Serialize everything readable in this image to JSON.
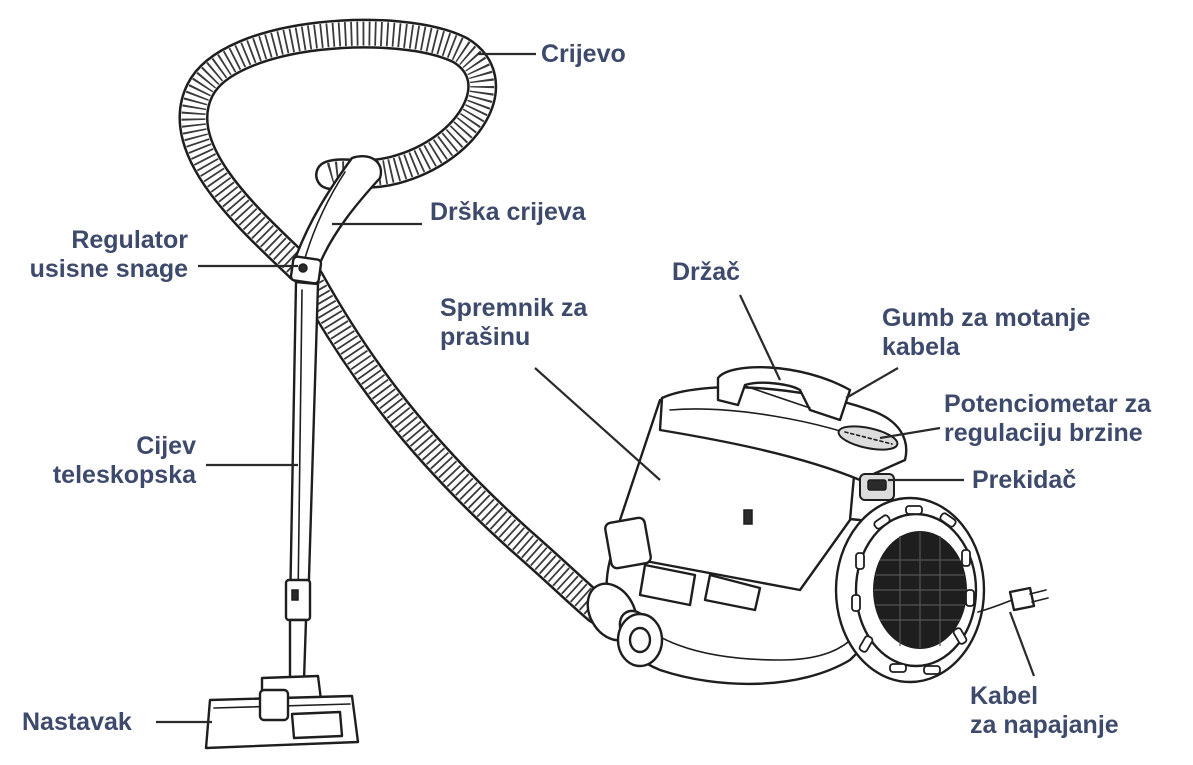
{
  "labels": {
    "crijevo": "Crijevo",
    "drska_crijeva": "Drška crijeva",
    "regulator_1": "Regulator",
    "regulator_2": "usisne snage",
    "drzac": "Držač",
    "spremnik_1": "Spremnik za",
    "spremnik_2": "prašinu",
    "gumb_1": "Gumb za motanje",
    "gumb_2": "kabela",
    "potenciometar_1": "Potenciometar za",
    "potenciometar_2": "regulaciju brzine",
    "prekidac": "Prekidač",
    "cijev_1": "Cijev",
    "cijev_2": "teleskopska",
    "kabel_1": "Kabel",
    "kabel_2": "za napajanje",
    "nastavak": "Nastavak"
  },
  "colors": {
    "label_text": "#3d4a6b",
    "line_art": "#1e1e1e"
  }
}
